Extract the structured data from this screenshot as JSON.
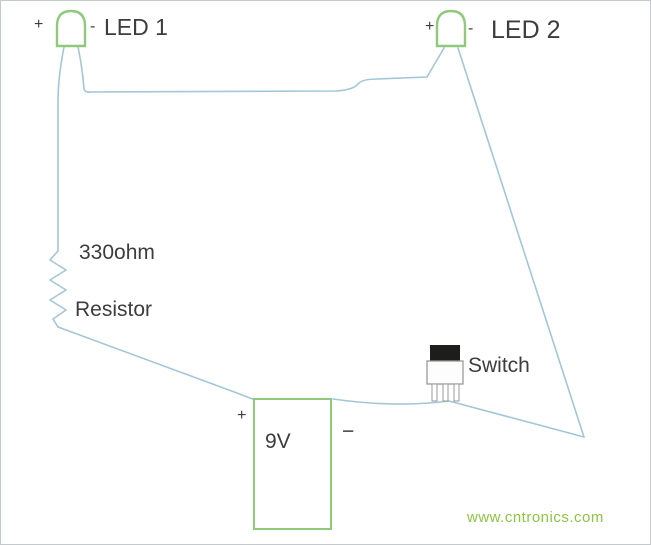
{
  "components": {
    "led1": {
      "label": "LED 1",
      "plus": "+",
      "minus": "-"
    },
    "led2": {
      "label": "LED 2",
      "plus": "+",
      "minus": "-"
    },
    "resistor": {
      "value": "330ohm",
      "name": "Resistor"
    },
    "battery": {
      "label": "9V",
      "plus": "+",
      "minus": "−"
    },
    "switch": {
      "label": "Switch"
    }
  },
  "watermark": "www.cntronics.com",
  "colors": {
    "wire_blue": "#a3c6d8",
    "component_green": "#8fc97c",
    "switch_black": "#1d1d1b",
    "switch_gray": "#9a9a9a",
    "text": "#3d3d3d",
    "watermark_green": "#8dc63f"
  }
}
